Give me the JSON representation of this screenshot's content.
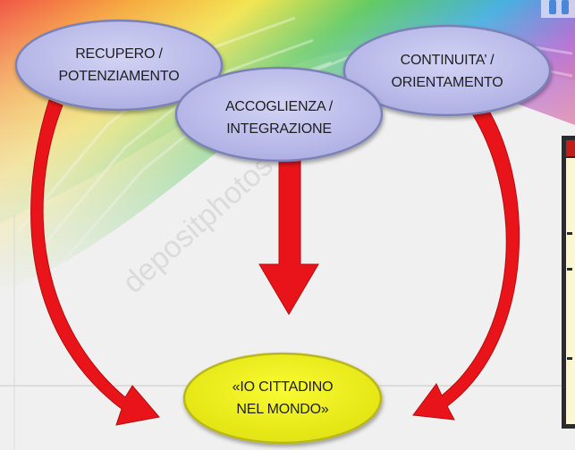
{
  "nodes": {
    "recupero": {
      "line1": "RECUPERO /",
      "line2": "POTENZIAMENTO"
    },
    "accoglienza": {
      "line1": "ACCOGLIENZA /",
      "line2": "INTEGRAZIONE"
    },
    "continuita": {
      "line1": "CONTINUITA’ /",
      "line2": "ORIENTAMENTO"
    },
    "io_cittadino": {
      "line1": "«IO CITTADINO",
      "line2": "NEL MONDO»"
    }
  },
  "watermark": "depositphotos",
  "colors": {
    "node_fill": "#c4c4ef",
    "node_stroke": "#7c82b8",
    "target_fill": "#f3f51b",
    "target_stroke": "#b9b71e",
    "arrow": "#e8141a",
    "background_stripes": [
      "#f04a46",
      "#f7a92e",
      "#f6e43f",
      "#49c74d",
      "#33a8e0",
      "#b54ac3"
    ]
  }
}
